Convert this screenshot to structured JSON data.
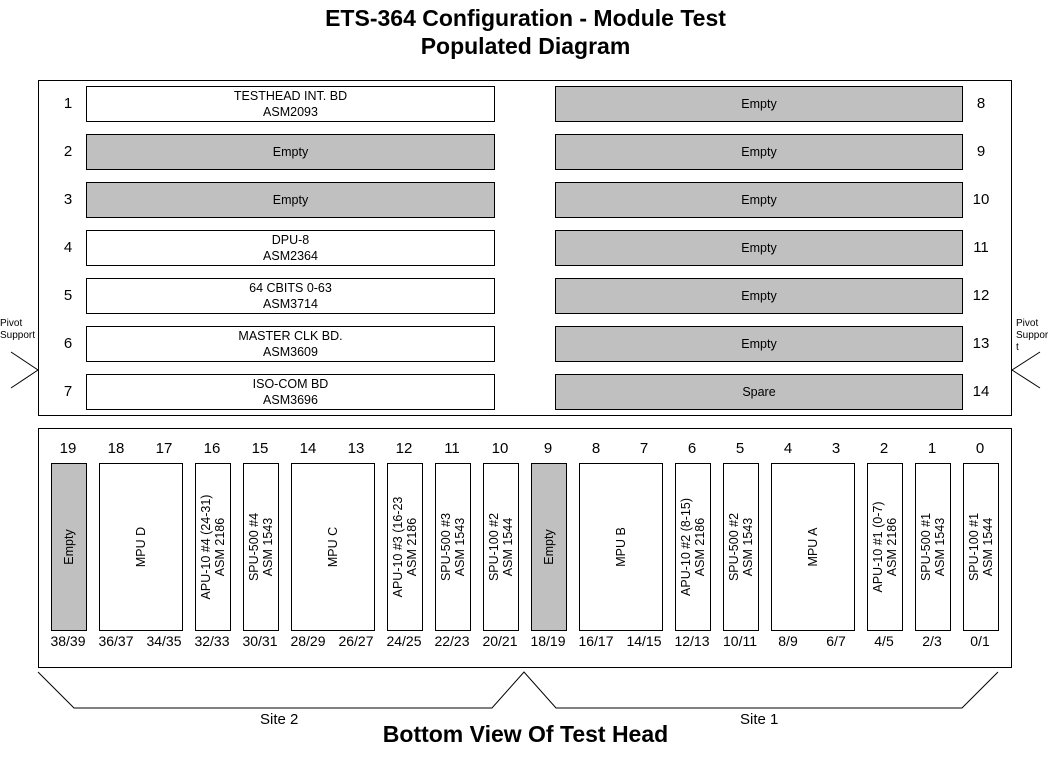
{
  "title": {
    "line1": "ETS-364 Configuration - Module Test",
    "line2": "Populated Diagram"
  },
  "pivot": {
    "left": "Pivot\nSupport",
    "right": "Pivot\nSuppor\nt"
  },
  "top_slots": [
    {
      "num": "1",
      "lines": [
        "TESTHEAD INT. BD",
        "ASM2093"
      ],
      "empty": false
    },
    {
      "num": "2",
      "lines": [
        "Empty"
      ],
      "empty": true
    },
    {
      "num": "3",
      "lines": [
        "Empty"
      ],
      "empty": true
    },
    {
      "num": "4",
      "lines": [
        "DPU-8",
        "ASM2364"
      ],
      "empty": false
    },
    {
      "num": "5",
      "lines": [
        "64 CBITS 0-63",
        "ASM3714"
      ],
      "empty": false
    },
    {
      "num": "6",
      "lines": [
        "MASTER CLK BD.",
        "ASM3609"
      ],
      "empty": false
    },
    {
      "num": "7",
      "lines": [
        "ISO-COM BD",
        "ASM3696"
      ],
      "empty": false
    },
    {
      "num": "8",
      "lines": [
        "Empty"
      ],
      "empty": true
    },
    {
      "num": "9",
      "lines": [
        "Empty"
      ],
      "empty": true
    },
    {
      "num": "10",
      "lines": [
        "Empty"
      ],
      "empty": true
    },
    {
      "num": "11",
      "lines": [
        "Empty"
      ],
      "empty": true
    },
    {
      "num": "12",
      "lines": [
        "Empty"
      ],
      "empty": true
    },
    {
      "num": "13",
      "lines": [
        "Empty"
      ],
      "empty": true
    },
    {
      "num": "14",
      "lines": [
        "Spare"
      ],
      "empty": true
    }
  ],
  "column_numbers": [
    "19",
    "18",
    "17",
    "16",
    "15",
    "14",
    "13",
    "12",
    "11",
    "10",
    "9",
    "8",
    "7",
    "6",
    "5",
    "4",
    "3",
    "2",
    "1",
    "0"
  ],
  "bottom_modules": [
    {
      "lines": [
        "Empty"
      ],
      "empty": true
    },
    {
      "lines": [
        "MPU D"
      ],
      "empty": false
    },
    {
      "lines": [
        "APU-10 #4 (24-31)",
        "ASM 2186"
      ],
      "empty": false
    },
    {
      "lines": [
        "SPU-500 #4",
        "ASM 1543"
      ],
      "empty": false
    },
    {
      "lines": [
        "MPU C"
      ],
      "empty": false
    },
    {
      "lines": [
        "APU-10 #3 (16-23",
        "ASM 2186"
      ],
      "empty": false
    },
    {
      "lines": [
        "SPU-500 #3",
        "ASM 1543"
      ],
      "empty": false
    },
    {
      "lines": [
        "SPU-100 #2",
        "ASM 1544"
      ],
      "empty": false
    },
    {
      "lines": [
        "Empty"
      ],
      "empty": true
    },
    {
      "lines": [
        "MPU B"
      ],
      "empty": false
    },
    {
      "lines": [
        "APU-10 #2 (8-15)",
        "ASM 2186"
      ],
      "empty": false
    },
    {
      "lines": [
        "SPU-500 #2",
        "ASM 1543"
      ],
      "empty": false
    },
    {
      "lines": [
        "MPU A"
      ],
      "empty": false
    },
    {
      "lines": [
        "APU-10 #1 (0-7)",
        "ASM 2186"
      ],
      "empty": false
    },
    {
      "lines": [
        "SPU-500 #1",
        "ASM 1543"
      ],
      "empty": false
    },
    {
      "lines": [
        "SPU-100 #1",
        "ASM 1544"
      ],
      "empty": false
    }
  ],
  "pin_ranges": [
    "38/39",
    "36/37",
    "34/35",
    "32/33",
    "30/31",
    "28/29",
    "26/27",
    "24/25",
    "22/23",
    "20/21",
    "18/19",
    "16/17",
    "14/15",
    "12/13",
    "10/11",
    "8/9",
    "6/7",
    "4/5",
    "2/3",
    "0/1"
  ],
  "sites": {
    "site2": "Site 2",
    "site1": "Site 1"
  },
  "bottom_title": "Bottom View Of Test Head"
}
